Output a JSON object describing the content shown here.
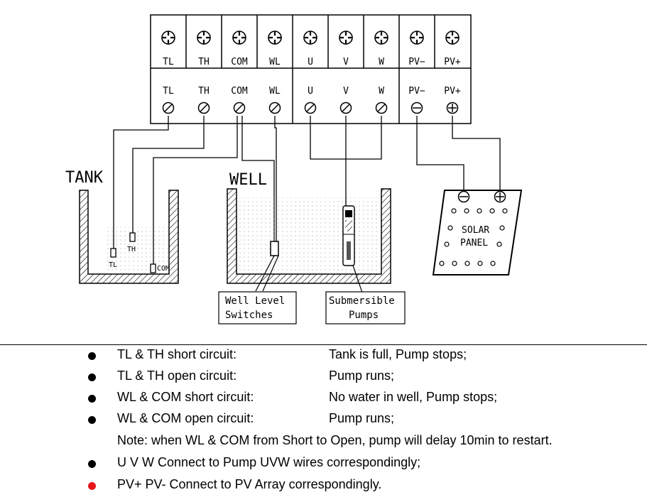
{
  "terminals": {
    "top": [
      "TL",
      "TH",
      "COM",
      "WL",
      "U",
      "V",
      "W",
      "PV−",
      "PV+"
    ],
    "bottom": [
      "TL",
      "TH",
      "COM",
      "WL",
      "U",
      "V",
      "W",
      "PV−",
      "PV+"
    ]
  },
  "labels": {
    "tank": "TANK",
    "well": "WELL",
    "tank_probes": [
      "TL",
      "TH",
      "COM"
    ],
    "well_switch_line1": "Well Level",
    "well_switch_line2": "Switches",
    "pump_line1": "Submersible",
    "pump_line2": "Pumps",
    "solar_line1": "SOLAR",
    "solar_line2": "PANEL"
  },
  "legend": [
    {
      "condition": "TL & TH short circuit:",
      "result": "Tank is full, Pump stops;"
    },
    {
      "condition": "TL & TH open circuit:",
      "result": "Pump runs;"
    },
    {
      "condition": "WL & COM short circuit:",
      "result": "No water in well, Pump stops;"
    },
    {
      "condition": "WL & COM open circuit:",
      "result": "Pump runs;"
    }
  ],
  "note": "Note: when WL & COM from Short to Open, pump will delay 10min to restart.",
  "extra": [
    {
      "text": "U V W Connect to Pump UVW wires correspondingly;",
      "bullet_color": "#000000"
    },
    {
      "text": "PV+ PV- Connect to PV Array correspondingly.",
      "bullet_color": "#e8161b"
    }
  ]
}
